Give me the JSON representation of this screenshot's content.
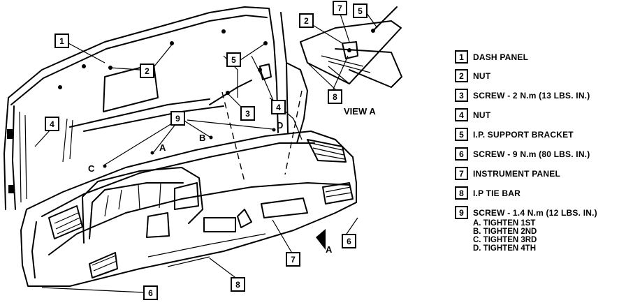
{
  "diagram": {
    "view_title": "VIEW A",
    "view_arrow_letter": "A",
    "callouts": {
      "dash_panel": "1",
      "nut_a": "2",
      "nut_b": "2",
      "bracket": "5",
      "screw_2nm": "3",
      "nut_4_right": "4",
      "nut_4_left": "4",
      "screw_14nm": "9",
      "view_nut": "2",
      "view_panel": "7",
      "view_screw": "5",
      "view_tiebar": "8",
      "tiebar_bottom": "8",
      "panel_bottom": "7",
      "screw_9nm_right": "6",
      "screw_9nm_bottom": "6"
    },
    "sequence_letters": {
      "a": "A",
      "b": "B",
      "c": "C",
      "d": "D"
    }
  },
  "legend": [
    {
      "num": "1",
      "text": "DASH PANEL"
    },
    {
      "num": "2",
      "text": "NUT"
    },
    {
      "num": "3",
      "text": "SCREW - 2 N.m (13 LBS. IN.)"
    },
    {
      "num": "4",
      "text": "NUT"
    },
    {
      "num": "5",
      "text": "I.P. SUPPORT BRACKET"
    },
    {
      "num": "6",
      "text": "SCREW - 9 N.m (80 LBS. IN.)"
    },
    {
      "num": "7",
      "text": "INSTRUMENT  PANEL"
    },
    {
      "num": "8",
      "text": "I.P TIE BAR"
    },
    {
      "num": "9",
      "text": "SCREW - 1.4 N.m (12 LBS. IN.)",
      "sub": [
        "A. TIGHTEN 1ST",
        "B. TIGHTEN 2ND",
        "C. TIGHTEN 3RD",
        "D. TIGHTEN 4TH"
      ]
    }
  ]
}
